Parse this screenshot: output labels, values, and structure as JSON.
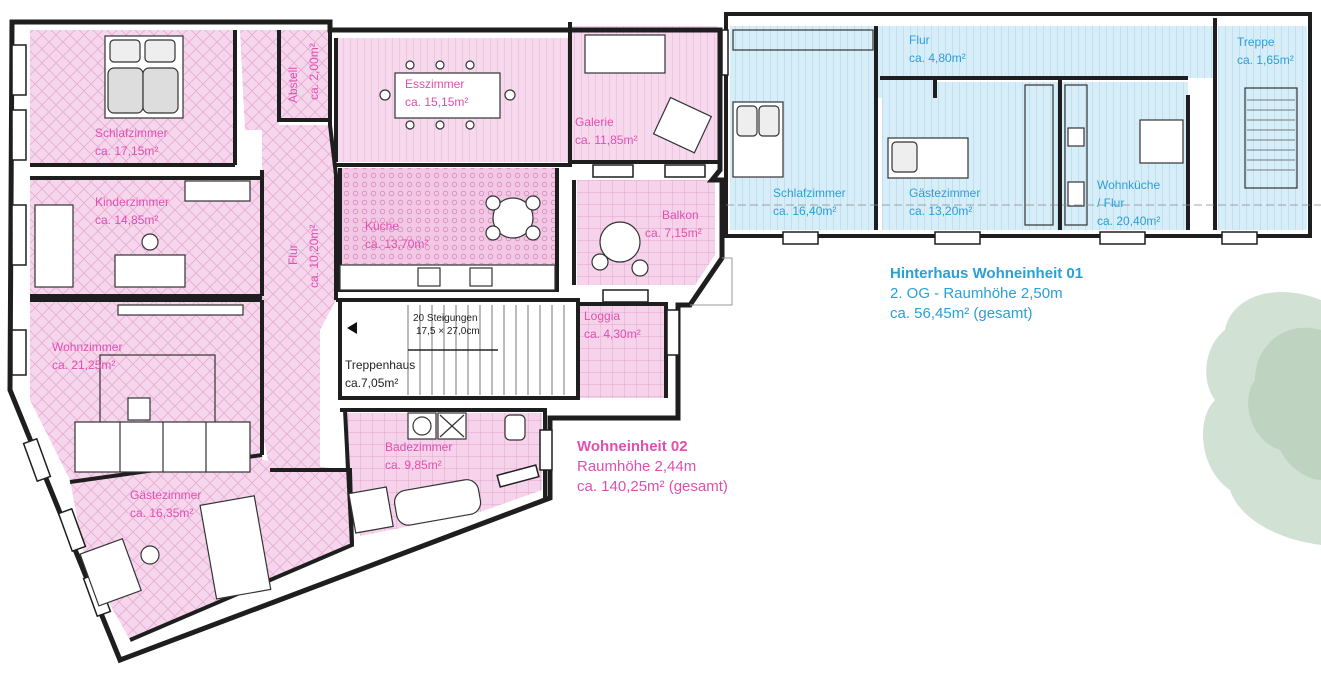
{
  "colors": {
    "pink_fill": "#f6d6ec",
    "pink_text": "#e04fb0",
    "blue_fill": "#d7eef8",
    "blue_text": "#2a9fd8",
    "wall": "#1e1e1e",
    "tree": "#c9dccb"
  },
  "rooms": {
    "schlafzimmer": {
      "name": "Schlafzimmer",
      "area": "ca. 17,15m²"
    },
    "abstell": {
      "name": "Abstell",
      "area": "ca. 2,00m²"
    },
    "esszimmer": {
      "name": "Esszimmer",
      "area": "ca. 15,15m²"
    },
    "galerie": {
      "name": "Galerie",
      "area": "ca. 11,85m²"
    },
    "kinderzimmer": {
      "name": "Kinderzimmer",
      "area": "ca. 14,85m²"
    },
    "flur": {
      "name": "Flur",
      "area": "ca. 10,20m²"
    },
    "kueche": {
      "name": "Küche",
      "area": "ca. 13,70m²"
    },
    "balkon": {
      "name": "Balkon",
      "area": "ca. 7,15m²"
    },
    "wohnzimmer": {
      "name": "Wohnzimmer",
      "area": "ca. 21,25m²"
    },
    "treppenhaus": {
      "name": "Treppenhaus",
      "area": "ca.7,05m²"
    },
    "loggia": {
      "name": "Loggia",
      "area": "ca. 4,30m²"
    },
    "steigungen": {
      "line1": "20 Steigungen",
      "line2": "17,5 × 27,0cm"
    },
    "badezimmer": {
      "name": "Badezimmer",
      "area": "ca. 9,85m²"
    },
    "gaestezimmer": {
      "name": "Gästezimmer",
      "area": "ca. 16,35m²"
    },
    "hh_flur": {
      "name": "Flur",
      "area": "ca. 4,80m²"
    },
    "hh_treppe": {
      "name": "Treppe",
      "area": "ca. 1,65m²"
    },
    "hh_schlafzimmer": {
      "name": "Schlafzimmer",
      "area": "ca. 16,40m²"
    },
    "hh_gaestezimmer": {
      "name": "Gästezimmer",
      "area": "ca. 13,20m²"
    },
    "hh_wohnkueche": {
      "name": "Wohnküche",
      "name2": "/ Flur",
      "area": "ca. 20,40m²"
    }
  },
  "legend_02": {
    "title": "Wohneinheit 02",
    "line1": "Raumhöhe 2,44m",
    "line2": "ca. 140,25m² (gesamt)"
  },
  "legend_01": {
    "title": "Hinterhaus Wohneinheit 01",
    "line1": "2. OG - Raumhöhe 2,50m",
    "line2": "ca. 56,45m² (gesamt)"
  }
}
